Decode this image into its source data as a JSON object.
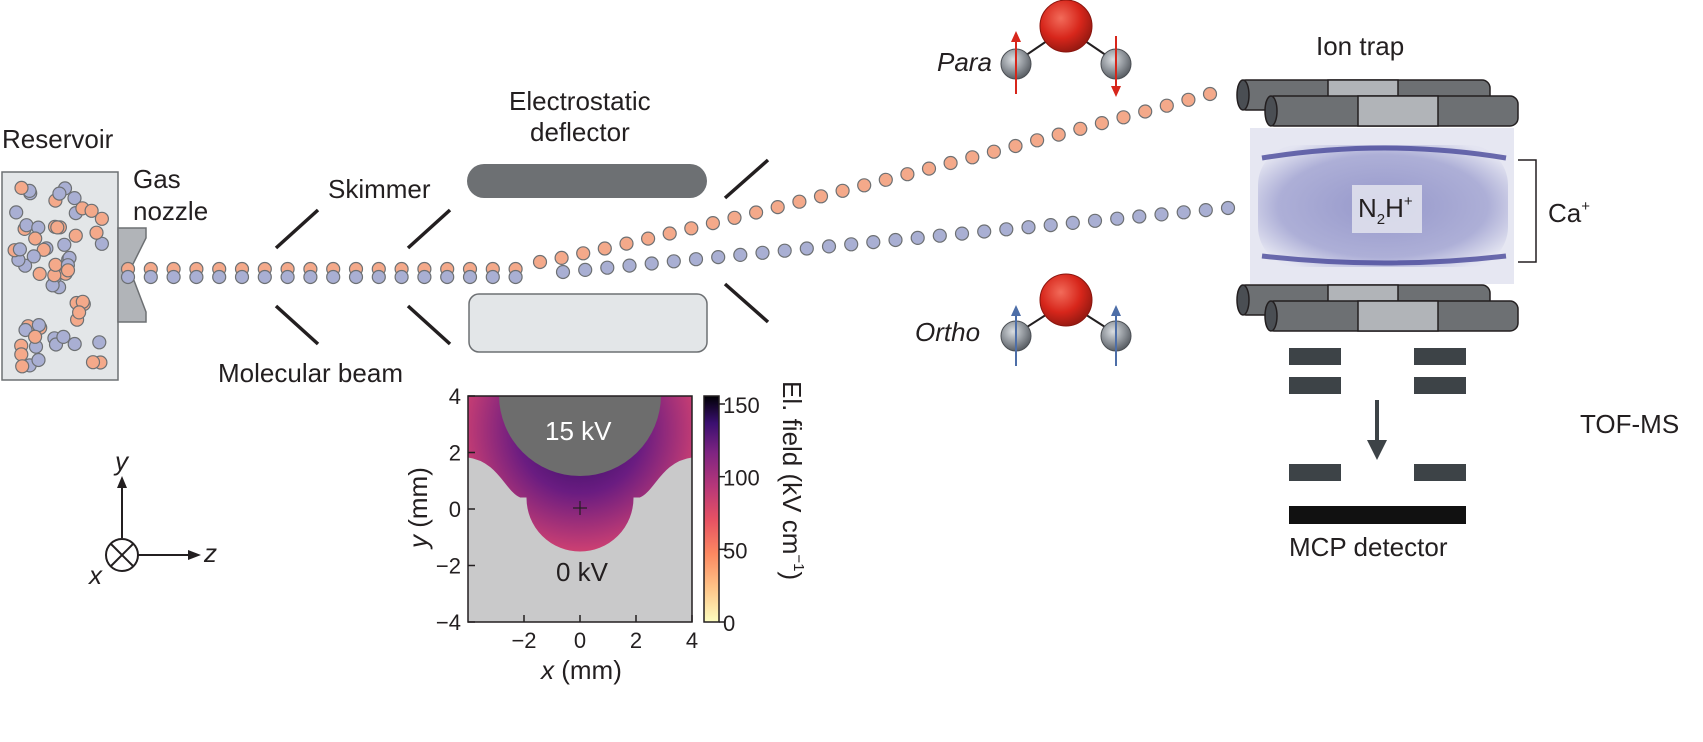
{
  "labels": {
    "reservoir": "Reservoir",
    "gas_nozzle_1": "Gas",
    "gas_nozzle_2": "nozzle",
    "skimmer": "Skimmer",
    "molecular_beam": "Molecular beam",
    "deflector_1": "Electrostatic",
    "deflector_2": "deflector",
    "para": "Para",
    "ortho": "Ortho",
    "ion_trap": "Ion trap",
    "ion_main": "N",
    "ion_sub": "2",
    "ion_h": "H",
    "ion_sup": "+",
    "ca": "Ca",
    "ca_sup": "+",
    "tof": "TOF-MS",
    "mcp": "MCP detector"
  },
  "axes_inset": {
    "y": "y",
    "z": "z",
    "x": "x"
  },
  "field_plot": {
    "upper_electrode": "15 kV",
    "lower_electrode": "0 kV",
    "x_label_var": "x",
    "x_label_unit": " (mm)",
    "y_label_var": "y",
    "y_label_unit": " (mm)",
    "cbar_label": "El. field (kV cm",
    "cbar_label_sup": "−1",
    "cbar_label_end": ")",
    "x_ticks": [
      "−2",
      "0",
      "2",
      "4"
    ],
    "y_ticks": [
      "4",
      "2",
      "0",
      "−2",
      "−4"
    ],
    "cbar_ticks": [
      "150",
      "100",
      "50",
      "0"
    ]
  },
  "colors": {
    "para_molecule": "#f4a98a",
    "ortho_molecule": "#a9afd3",
    "electrode_dark": "#6d7073",
    "electrode_light": "#e3e6e8",
    "oxygen": "#d7261b",
    "para_arrow": "#d7261b",
    "ortho_arrow": "#4d6ea8"
  }
}
